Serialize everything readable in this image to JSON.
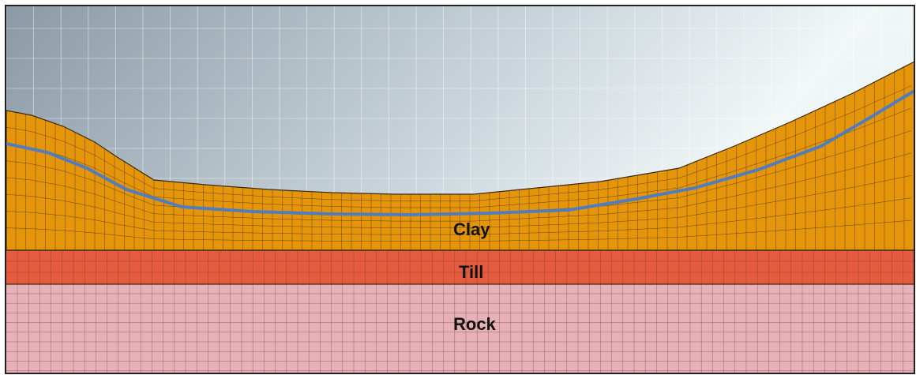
{
  "diagram": {
    "type": "finite-element mesh cross-section",
    "layers": [
      {
        "id": "clay",
        "label": "Clay",
        "color": "#E5950A"
      },
      {
        "id": "till",
        "label": "Till",
        "color": "#E45B40"
      },
      {
        "id": "rock",
        "label": "Rock",
        "color": "#E8B0B8"
      }
    ],
    "colors": {
      "sky_top_left": "#8B9AA6",
      "sky_top_right": "#F4F8FA",
      "mesh_line": "#3A2A10",
      "water_table": "#4F7DC0",
      "grid_line": "#FFFFFF",
      "frame": "#222222"
    },
    "water_table_shown": true,
    "background_grid": true
  }
}
